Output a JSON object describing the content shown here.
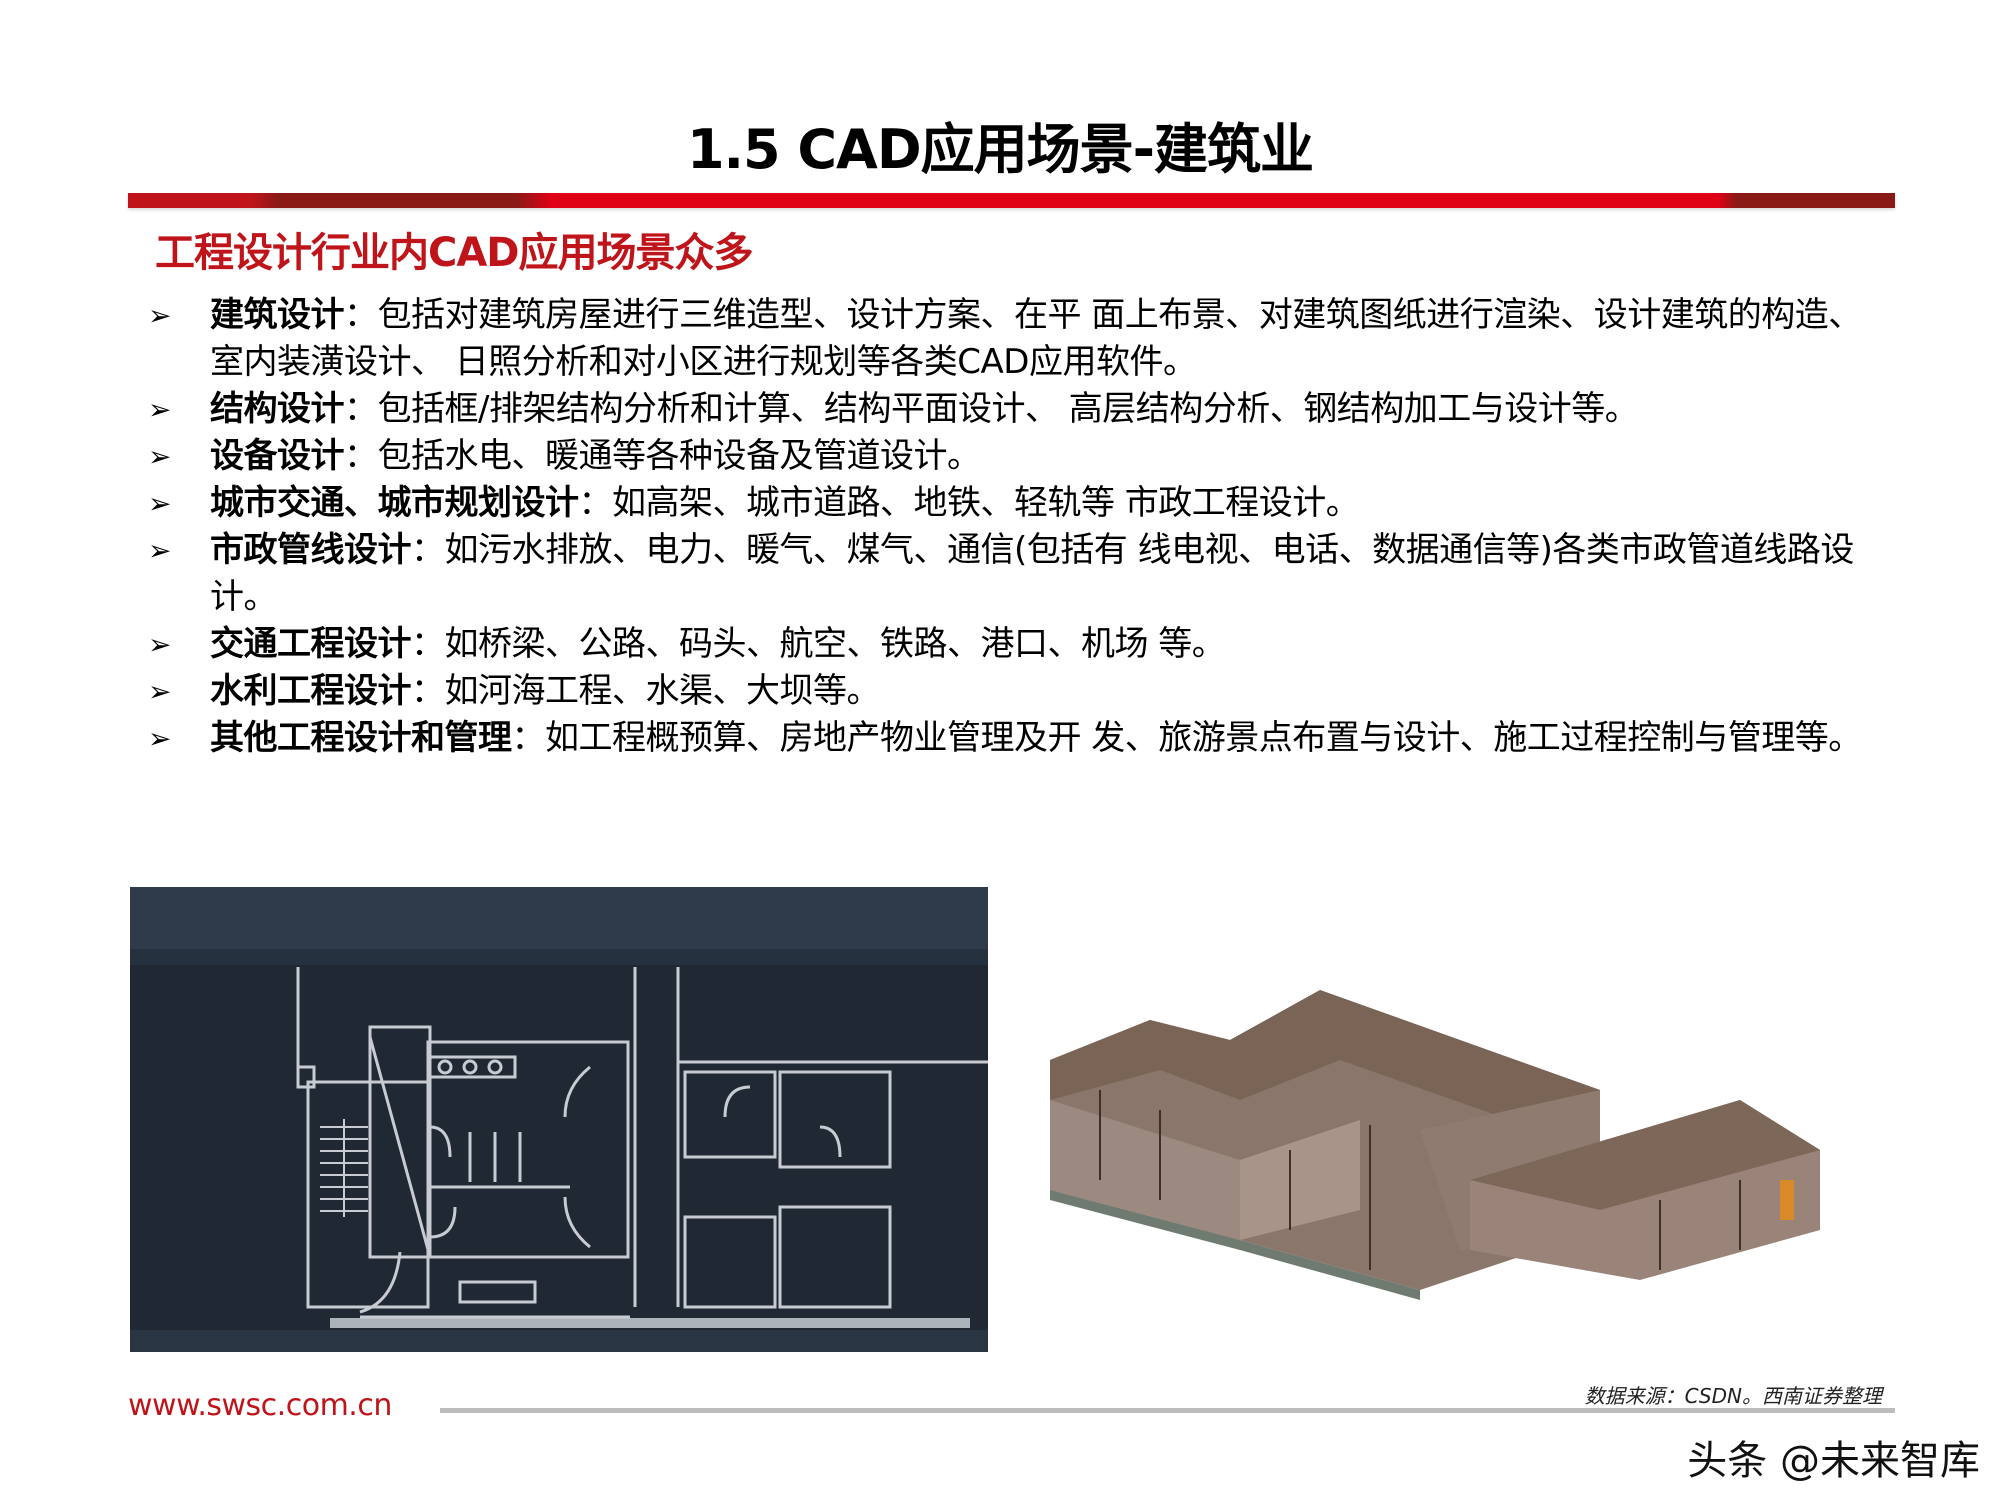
{
  "slide": {
    "title": "1.5 CAD应用场景-建筑业",
    "subtitle": "工程设计行业内CAD应用场景众多",
    "bullet_icon": "arrow-right-icon",
    "bullet_glyph": "➢",
    "bullets": [
      {
        "term": "建筑设计",
        "sep": "：",
        "text": "包括对建筑房屋进行三维造型、设计方案、在平 面上布景、对建筑图纸进行渲染、设计建筑的构造、室内装潢设计、 日照分析和对小区进行规划等各类CAD应用软件。"
      },
      {
        "term": "结构设计",
        "sep": "：",
        "text": "包括框/排架结构分析和计算、结构平面设计、  高层结构分析、钢结构加工与设计等。"
      },
      {
        "term": "设备设计",
        "sep": "：",
        "text": "包括水电、暖通等各种设备及管道设计。"
      },
      {
        "term": "城市交通、城市规划设计",
        "sep": "：",
        "text": "如高架、城市道路、地铁、轻轨等 市政工程设计。"
      },
      {
        "term": "市政管线设计",
        "sep": "：",
        "text": "如污水排放、电力、暖气、煤气、通信(包括有 线电视、电话、数据通信等)各类市政管道线路设计。"
      },
      {
        "term": "交通工程设计",
        "sep": "：",
        "text": "如桥梁、公路、码头、航空、铁路、港口、机场 等。"
      },
      {
        "term": "水利工程设计",
        "sep": "：",
        "text": "如河海工程、水渠、大坝等。"
      },
      {
        "term": "其他工程设计和管理",
        "sep": "：",
        "text": "如工程概预算、房地产物业管理及开 发、旅游景点布置与设计、施工过程控制与管理等。"
      }
    ],
    "images": {
      "left": "cad-floor-plan-screenshot",
      "right": "3d-building-render"
    },
    "source_note": "数据来源：CSDN。西南证券整理",
    "footer_url": "www.swsc.com.cn",
    "watermark": "头条 @未来智库"
  },
  "colors": {
    "brand_red": "#c0141b",
    "bar_red": "#e00016",
    "bar_dark": "#8a1a16",
    "cad_bg": "#202833",
    "footer_line": "#bdbdbd"
  }
}
